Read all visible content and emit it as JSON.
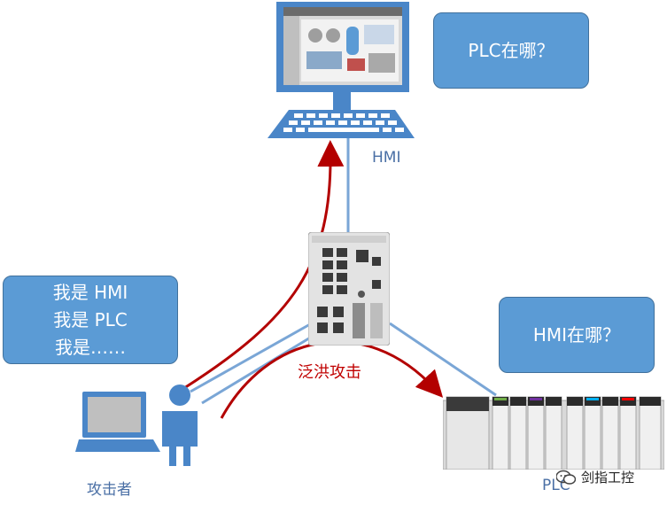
{
  "bubbles": {
    "plc_question": "PLC在哪？",
    "hmi_question": "HMI在哪？",
    "attacker_claims": [
      "我是 HMI",
      "我是  PLC",
      "我是……"
    ]
  },
  "labels": {
    "hmi": "HMI",
    "attacker": "攻击者",
    "plc": "PLC",
    "flood_attack": "泛洪攻击"
  },
  "watermark": {
    "text": "剑指工控",
    "icon": "wechat-icon"
  },
  "colors": {
    "bubble_fill": "#5b9bd5",
    "link_line": "#7aa6d6",
    "attack_arrow": "#b30000",
    "monitor_frame": "#4a86c8"
  }
}
